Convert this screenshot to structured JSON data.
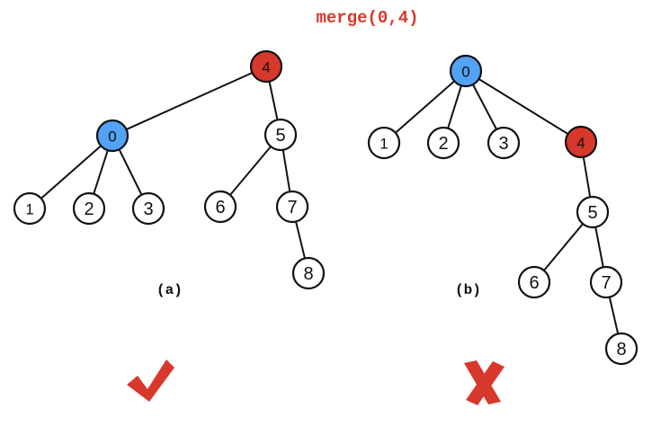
{
  "title": "merge(0,4)",
  "colors": {
    "red": "#d8382b",
    "blue": "#52a2f5",
    "white": "#ffffff",
    "check": "#d8382b",
    "cross": "#d8382b"
  },
  "diagrams": [
    {
      "id": "a",
      "caption": "(a)",
      "result": "check-icon",
      "nodes": [
        "4",
        "0",
        "5",
        "1",
        "2",
        "3",
        "6",
        "7",
        "8"
      ],
      "highlight": {
        "4": "red",
        "0": "blue"
      },
      "edges": [
        [
          "4",
          "0"
        ],
        [
          "4",
          "5"
        ],
        [
          "0",
          "1"
        ],
        [
          "0",
          "2"
        ],
        [
          "0",
          "3"
        ],
        [
          "5",
          "6"
        ],
        [
          "5",
          "7"
        ],
        [
          "7",
          "8"
        ]
      ]
    },
    {
      "id": "b",
      "caption": "(b)",
      "result": "cross-icon",
      "nodes": [
        "0",
        "1",
        "2",
        "3",
        "4",
        "5",
        "6",
        "7",
        "8"
      ],
      "highlight": {
        "0": "blue",
        "4": "red"
      },
      "edges": [
        [
          "0",
          "1"
        ],
        [
          "0",
          "2"
        ],
        [
          "0",
          "3"
        ],
        [
          "0",
          "4"
        ],
        [
          "4",
          "5"
        ],
        [
          "5",
          "6"
        ],
        [
          "5",
          "7"
        ],
        [
          "7",
          "8"
        ]
      ]
    }
  ]
}
